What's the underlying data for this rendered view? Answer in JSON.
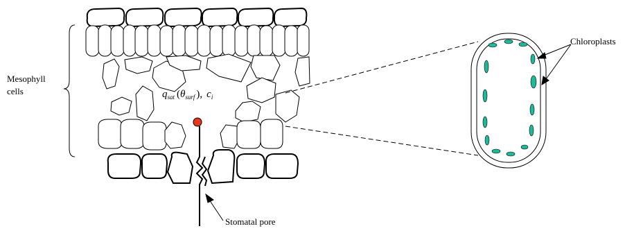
{
  "labels": {
    "mesophyll_line1": "Mesophyll",
    "mesophyll_line2": "cells",
    "chloroplasts": "Chloroplasts",
    "stomatal_pore": "Stomatal pore"
  },
  "formula": {
    "q": "q",
    "q_sub": "sat",
    "open_paren": "(",
    "theta": "θ",
    "theta_sub": "surf",
    "close_paren": "),",
    "c": "c",
    "c_sub": "i"
  },
  "colors": {
    "ink": "#000000",
    "chloroplast_fill": "#1fb99a",
    "stomata_marker": "#e8351e"
  }
}
